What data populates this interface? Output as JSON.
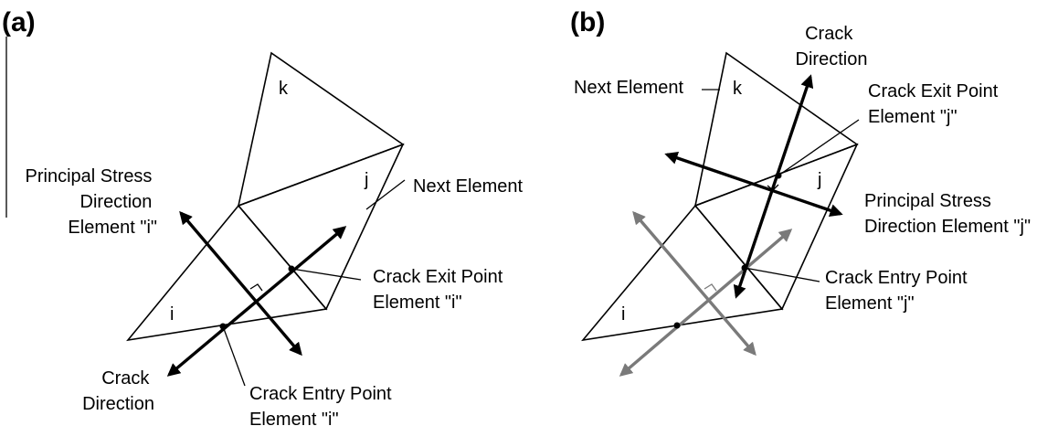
{
  "panels": {
    "a": {
      "tag": "(a)",
      "principal_stress": [
        "Principal Stress",
        "Direction",
        "Element \"i\""
      ],
      "next_element": "Next Element",
      "crack_exit": [
        "Crack Exit Point",
        "Element \"i\""
      ],
      "crack_direction": [
        "Crack",
        "Direction"
      ],
      "crack_entry": [
        "Crack Entry Point",
        "Element \"i\""
      ],
      "nodes": {
        "k": "k",
        "j": "j",
        "i": "i"
      }
    },
    "b": {
      "tag": "(b)",
      "crack_direction": [
        "Crack",
        "Direction"
      ],
      "next_element": "Next Element",
      "crack_exit": [
        "Crack Exit Point",
        "Element \"j\""
      ],
      "principal_stress": [
        "Principal Stress",
        "Direction Element \"j\""
      ],
      "crack_entry": [
        "Crack Entry Point",
        "Element \"j\""
      ],
      "nodes": {
        "k": "k",
        "j": "j",
        "i": "i"
      }
    }
  },
  "colors": {
    "line": "#000000",
    "current_arrows": "#000000",
    "previous_arrows": "#7a7a7a"
  }
}
